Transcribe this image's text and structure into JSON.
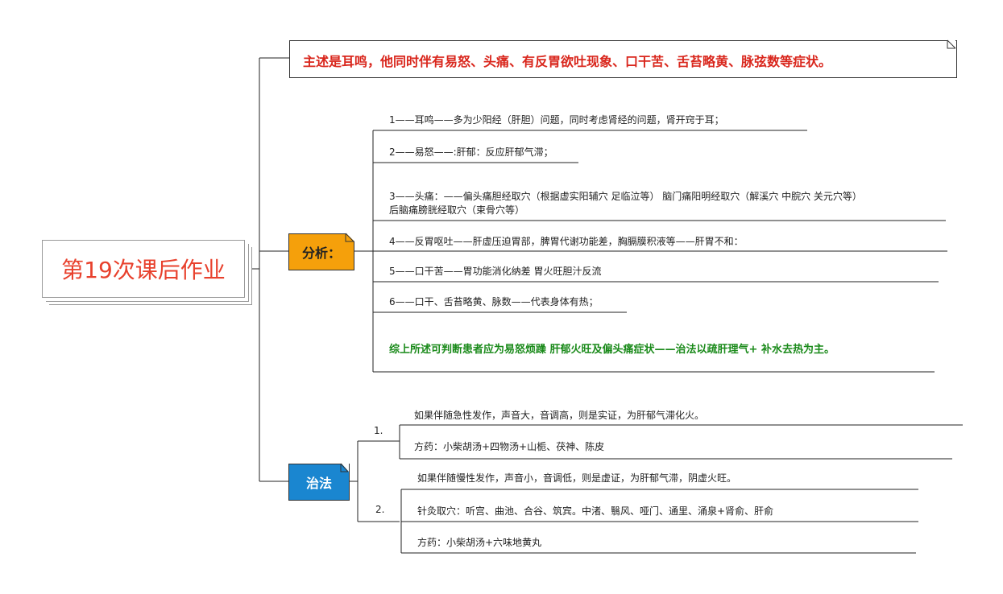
{
  "root": {
    "title": "第19次课后作业"
  },
  "summary": {
    "text": "主述是耳鸣，他同时伴有易怒、头痛、有反胃欲吐现象、口干苦、舌苔略黄、脉弦数等症状。"
  },
  "analysis": {
    "label": "分析：",
    "items": [
      "1——耳鸣——多为少阳经（肝胆）问题，同时考虑肾经的问题，肾开窍于耳；",
      "2——易怒——:肝郁：反应肝郁气滞；",
      "3——头痛：——偏头痛胆经取穴（根据虚实阳辅穴 足临泣等） 脑门痛阳明经取穴（解溪穴 中脘穴 关元穴等）",
      "后脑痛膀胱经取穴（束骨穴等）",
      "4——反胃呕吐——肝虚压迫胃部，脾胃代谢功能差，胸膈膜积液等——肝胃不和：",
      "5——口干苦——胃功能消化纳差 胃火旺胆汁反流",
      "6——口干、舌苔略黄、脉数——代表身体有热；"
    ],
    "conclusion": "综上所述可判断患者应为易怒烦躁 肝郁火旺及偏头痛症状——治法以疏肝理气+ 补水去热为主。"
  },
  "treatment": {
    "label": "治法",
    "groups": [
      {
        "number": "1.",
        "lines": [
          "如果伴随急性发作，声音大，音调高，则是实证，为肝郁气滞化火。",
          "方药：小柴胡汤+四物汤+山栀、茯神、陈皮"
        ]
      },
      {
        "number": "2.",
        "lines": [
          "如果伴随慢性发作，声音小，音调低，则是虚证，为肝郁气滞，阴虚火旺。",
          "针灸取穴：听宫、曲池、合谷、筑宾。中渚、翳风、哑门、通里、涌泉+肾俞、肝俞",
          "方药：小柴胡汤+六味地黄丸"
        ]
      }
    ]
  },
  "colors": {
    "root_text": "#e8412d",
    "summary_text": "#d9261c",
    "analysis_tag": "#f5a00b",
    "treatment_tag": "#1a86d0",
    "conclusion_text": "#1a8a1a"
  }
}
